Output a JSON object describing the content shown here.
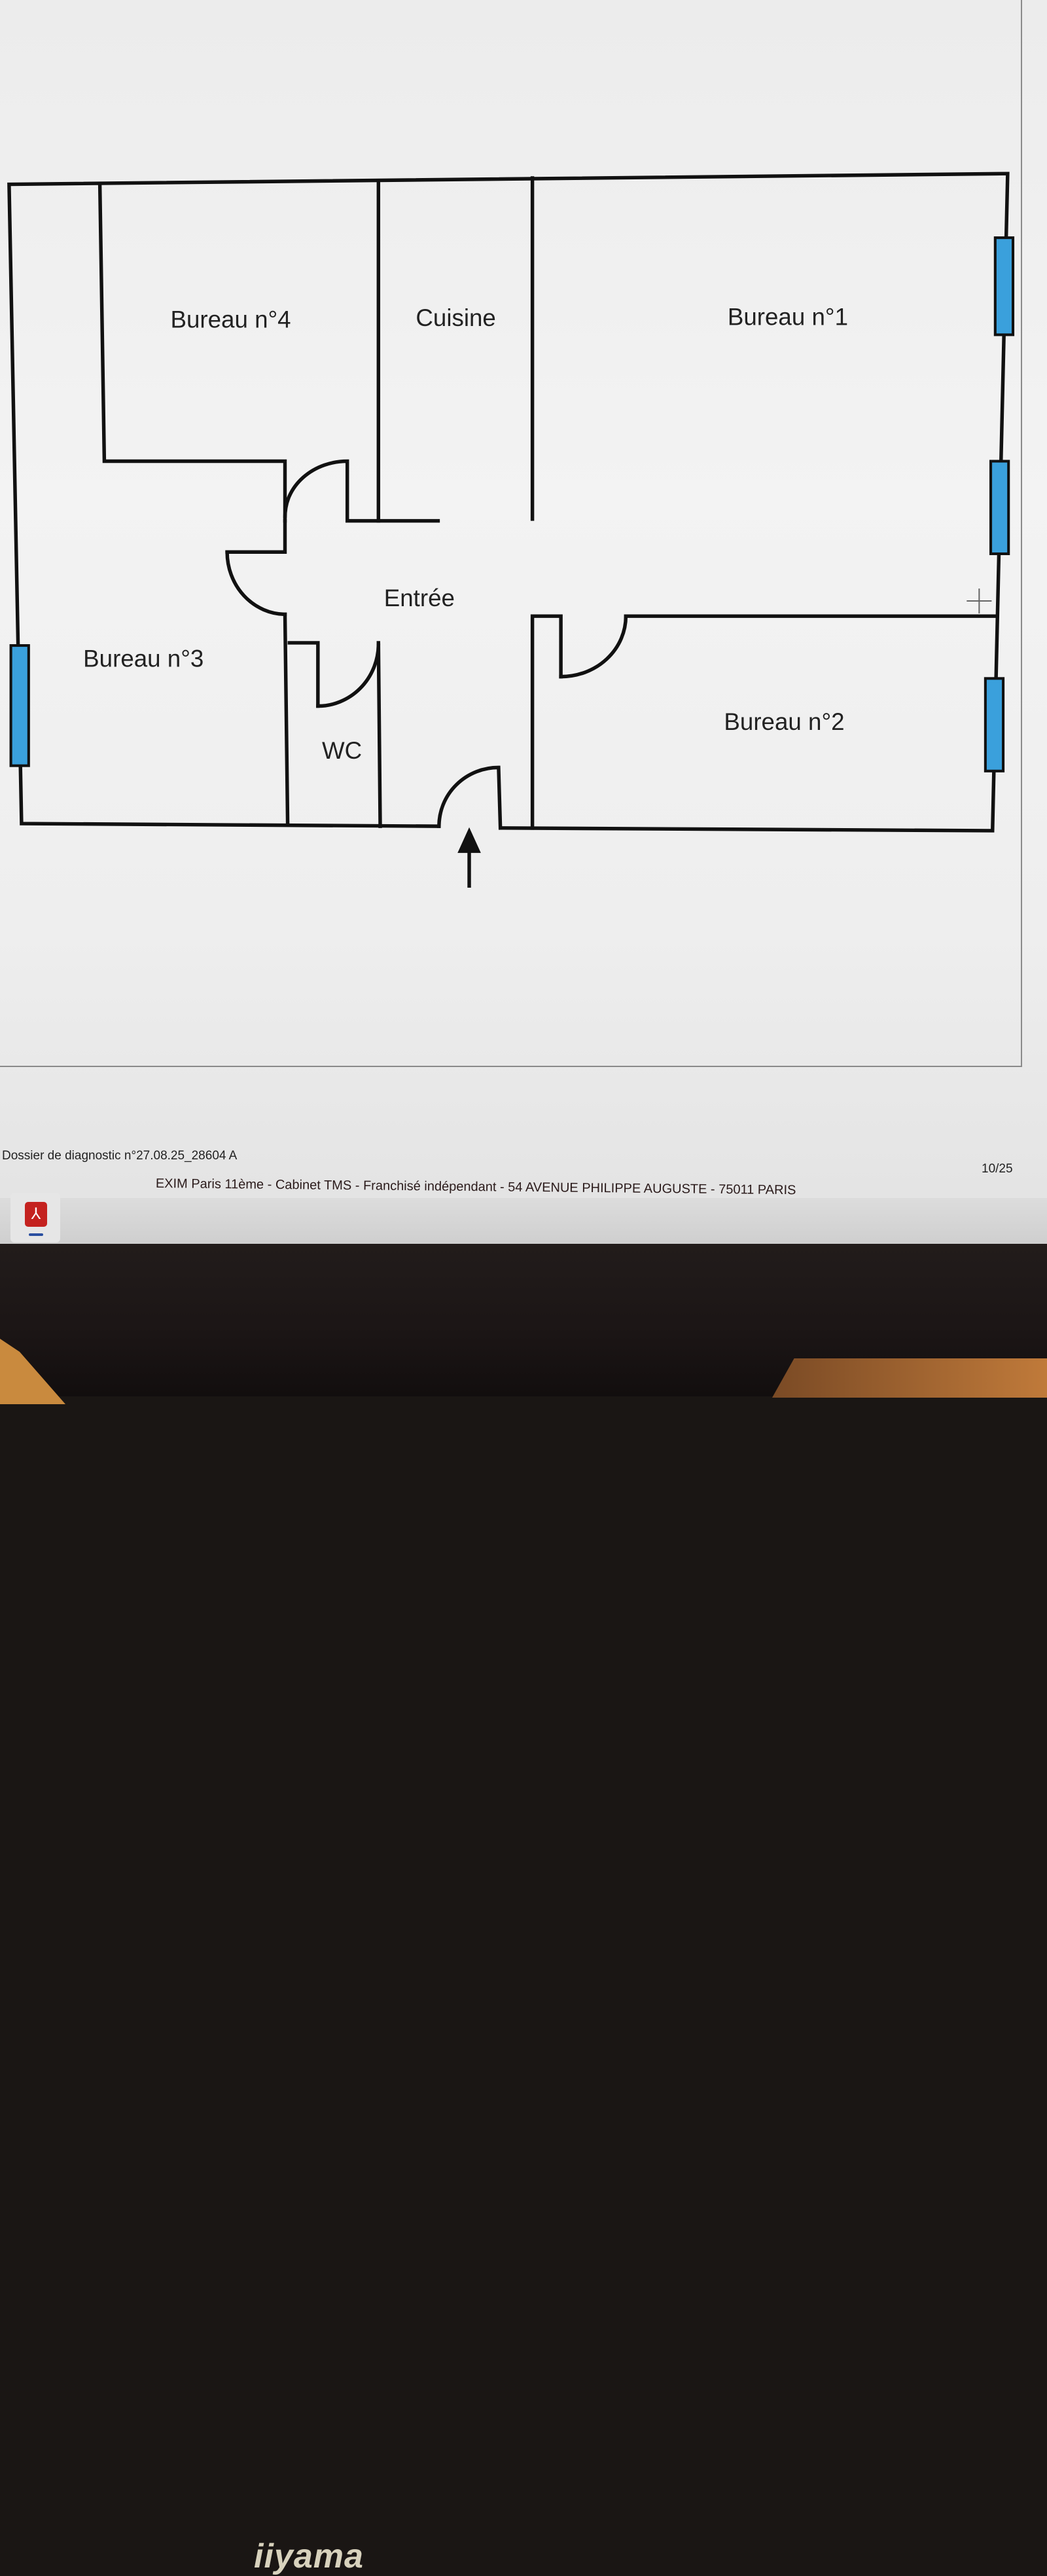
{
  "plan": {
    "rooms": {
      "bureau4": "Bureau n°4",
      "cuisine": "Cuisine",
      "bureau1": "Bureau n°1",
      "entree": "Entrée",
      "bureau3": "Bureau n°3",
      "wc": "WC",
      "bureau2": "Bureau n°2"
    },
    "wall_color": "#111111",
    "window_color": "#3aa0dc"
  },
  "footer": {
    "dossier": "Dossier de diagnostic n°27.08.25_28604 A",
    "company": "EXIM Paris 11ème - Cabinet TMS  - Franchisé indépendant -  54 AVENUE PHILIPPE AUGUSTE  - 75011 PARIS",
    "page": "10/25"
  },
  "taskbar": {
    "pdf_icon": "acrobat-pdf-icon"
  },
  "monitor": {
    "brand": "iiyama"
  }
}
